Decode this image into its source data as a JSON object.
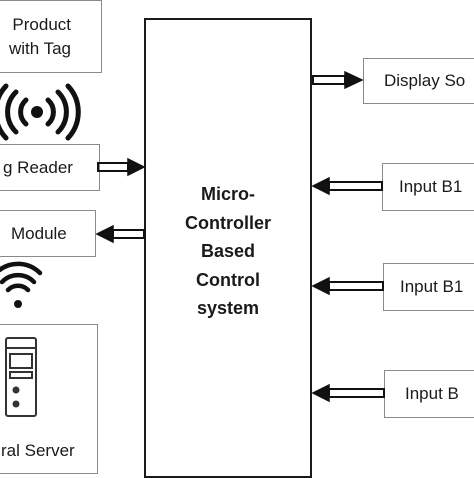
{
  "center": {
    "lines": [
      "Micro-",
      "Controller",
      "Based",
      "Control",
      "system"
    ]
  },
  "left_boxes": {
    "product_line1": "Product",
    "product_line2": "with Tag",
    "reader": "g Reader",
    "module": "Module",
    "server": "ral Server"
  },
  "right_boxes": {
    "display": "Display So",
    "input1": "Input B1",
    "input2": "Input B1",
    "input3": "Input B"
  },
  "colors": {
    "arrow": "#111111",
    "box_border": "#8a8a8a",
    "center_border": "#1a1a1a"
  }
}
